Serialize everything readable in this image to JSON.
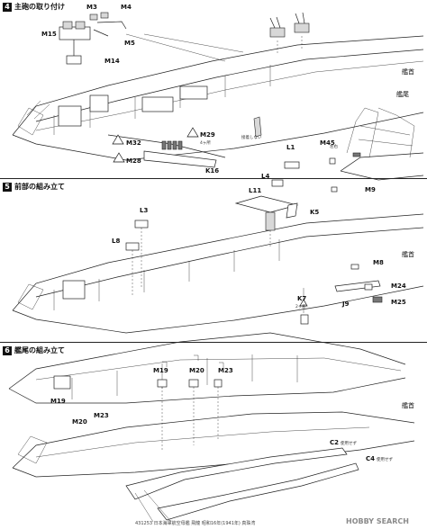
{
  "sections": [
    {
      "num": "4",
      "title": "主砲の取り付け"
    },
    {
      "num": "5",
      "title": "前部の組み立て"
    },
    {
      "num": "6",
      "title": "艦尾の組み立て"
    }
  ],
  "labels": {
    "s4": {
      "m3": "M3",
      "m4": "M4",
      "m15": "M15",
      "m5": "M5",
      "m14": "M14",
      "m32": "M32",
      "m28": "M28",
      "m29": "M29",
      "k16": "K16",
      "m45": "M45",
      "m9": "M9",
      "bow": "艦首",
      "stern": "艦尾"
    },
    "s5": {
      "l1": "L1",
      "l4": "L4",
      "l11": "L11",
      "k5": "K5",
      "l3": "L3",
      "l8": "L8",
      "m8": "M8",
      "m24": "M24",
      "k7": "K7",
      "j9": "J9",
      "m25": "M25",
      "bow": "艦首"
    },
    "s6": {
      "m19t": "M19",
      "m20t": "M20",
      "m23t": "M23",
      "m19": "M19",
      "m20": "M20",
      "m23": "M23",
      "c2": "C2",
      "c4": "C4",
      "bow": "艦首"
    }
  },
  "notes": {
    "n1": "使用せず",
    "n2": "2ヶ所",
    "n3": "4ヶ所",
    "n4": "左右",
    "n5": "接着しない"
  },
  "footer": "431253 日本海軍航空母艦 飛龍  昭和16年(1941年) 真珠湾",
  "watermark": "HOBBY SEARCH"
}
